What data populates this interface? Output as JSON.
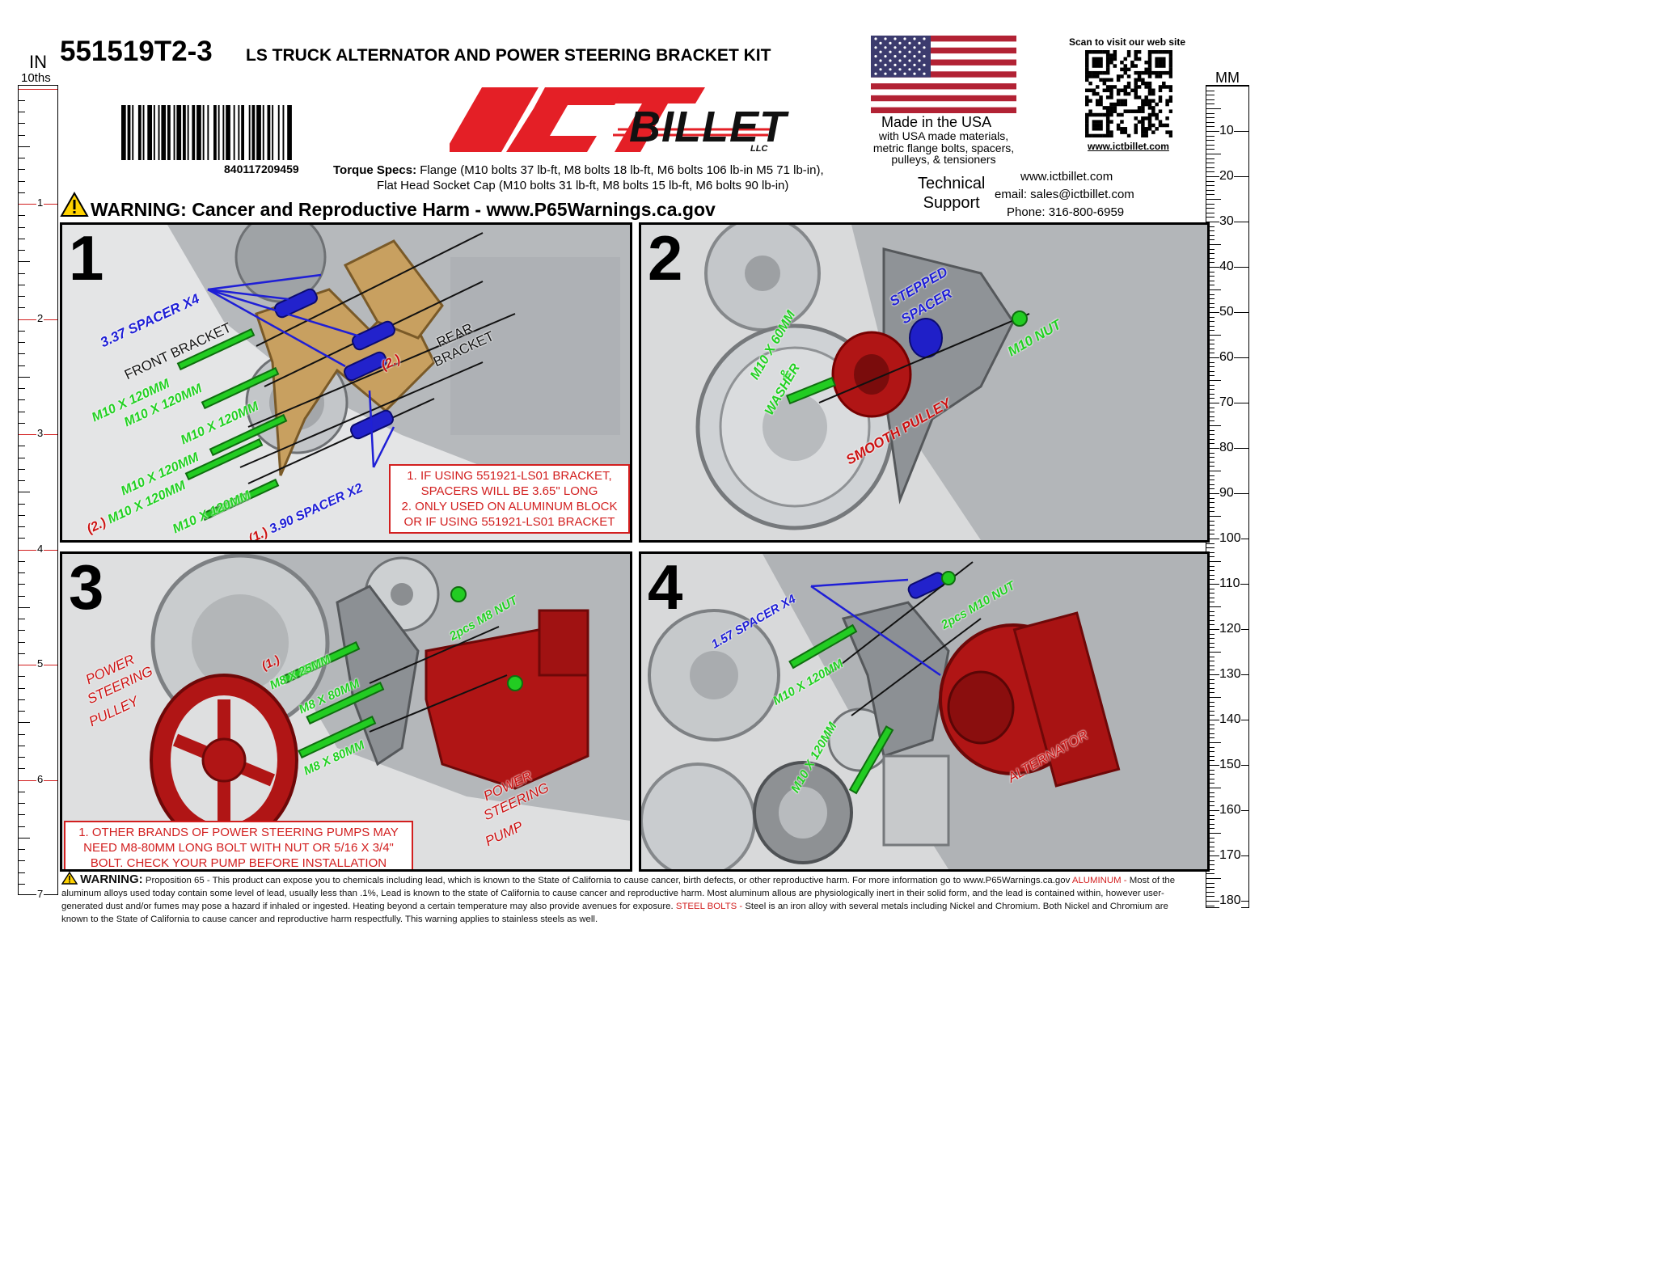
{
  "header": {
    "part_number": "551519T2-3",
    "title": "LS TRUCK ALTERNATOR AND POWER STEERING BRACKET KIT",
    "barcode_number": "840117209459",
    "torque_label": "Torque Specs:",
    "torque_line1": "Flange (M10 bolts 37 lb-ft, M8 bolts 18 lb-ft, M6 bolts 106 lb-in M5 71 lb-in),",
    "torque_line2": "Flat Head Socket Cap (M10 bolts 31 lb-ft, M8 bolts 15 lb-ft, M6 bolts 90 lb-in)",
    "warning_banner": "WARNING: Cancer and Reproductive Harm - www.P65Warnings.ca.gov"
  },
  "logo": {
    "ict": "ICT",
    "billet": "BILLET",
    "llc": "LLC"
  },
  "usa": {
    "made_in": "Made in the USA",
    "line1": "with USA made materials,",
    "line2": "metric flange bolts, spacers,",
    "line3": "pulleys, & tensioners"
  },
  "qr": {
    "scan_text": "Scan to visit our web site",
    "url": "www.ictbillet.com"
  },
  "support": {
    "label1": "Technical",
    "label2": "Support",
    "website": "www.ictbillet.com",
    "email": "email: sales@ictbillet.com",
    "phone": "Phone: 316-800-6959"
  },
  "ruler_left": {
    "unit": "IN",
    "sub": "10ths",
    "marks": [
      "1",
      "2",
      "3",
      "4",
      "5",
      "6",
      "7"
    ]
  },
  "ruler_right": {
    "unit": "MM",
    "marks": [
      "10",
      "20",
      "30",
      "40",
      "50",
      "60",
      "70",
      "80",
      "90",
      "100",
      "110",
      "120",
      "130",
      "140",
      "150",
      "160",
      "170",
      "180"
    ]
  },
  "panel1": {
    "number": "1",
    "spacer_x4": "3.37 SPACER X4",
    "front_bracket": "FRONT BRACKET",
    "rear_bracket_1": "REAR",
    "rear_bracket_2": "BRACKET",
    "note_ref_2": "(2.)",
    "bolt_a": "M10 X 120MM",
    "bolt_b": "M10 X 120MM",
    "bolt_c": "M10 X 120MM",
    "bolt_d": "M10 X 120MM",
    "bolt_e_prefix": "(2.)",
    "bolt_e": "M10 X 120MM",
    "bolt_f": "M10 X 120MM",
    "spacer_x2_prefix": "(1.)",
    "spacer_x2": "3.90 SPACER X2",
    "note_lines": [
      "1. IF USING 551921-LS01 BRACKET,",
      "SPACERS WILL BE 3.65\" LONG",
      "2. ONLY USED ON ALUMINUM BLOCK",
      "OR IF USING 551921-LS01 BRACKET"
    ]
  },
  "panel2": {
    "number": "2",
    "stepped_1": "STEPPED",
    "stepped_2": "SPACER",
    "nut": "M10 NUT",
    "bolt_1": "M10 X 60MM",
    "bolt_2": "&",
    "bolt_3": "WASHER",
    "pulley": "SMOOTH PULLEY"
  },
  "panel3": {
    "number": "3",
    "nut": "2pcs  M8 NUT",
    "ref_1": "(1.)",
    "bolt_a": "M8 X 25MM",
    "bolt_b": "M8 X 80MM",
    "bolt_c": "M8 X 80MM",
    "pulley_1": "POWER",
    "pulley_2": "STEERING",
    "pulley_3": "PULLEY",
    "pump_1": "POWER",
    "pump_2": "STEERING",
    "pump_3": "PUMP",
    "note_lines": [
      "1. OTHER BRANDS OF POWER STEERING PUMPS MAY",
      "NEED M8-80MM LONG BOLT WITH NUT OR 5/16 X 3/4\"",
      "BOLT. CHECK YOUR PUMP BEFORE INSTALLATION"
    ]
  },
  "panel4": {
    "number": "4",
    "spacer": "1.57 SPACER X4",
    "nut": "2pcs  M10 NUT",
    "bolt_a": "M10 X 120MM",
    "bolt_b": "M10 X 120MM",
    "alternator": "ALTERNATOR"
  },
  "footer": {
    "warning_label": "WARNING:",
    "prop65": "Proposition 65 - This product can expose you to chemicals including lead, which is known to the State of California to cause cancer, birth defects, or other reproductive harm. For more information go to www.P65Warnings.ca.gov",
    "aluminum_label": "ALUMINUM -",
    "aluminum_text": "Most of the aluminum alloys used today contain some level of lead, usually less than .1%, Lead is known to the state of California to cause cancer and reproductive harm. Most aluminum allous are physiologically inert in their solid form, and the lead is contained within, however user-generated dust and/or fumes may pose a hazard if inhaled or ingested. Heating beyond a certain temperature may also provide avenues for exposure.",
    "steel_label": "STEEL BOLTS -",
    "steel_text": "Steel is an iron alloy with several metals including Nickel and Chromium. Both Nickel and Chromium are known to the State of California to cause cancer and reproductive harm respectfully. This warning applies to stainless steels as well."
  },
  "colors": {
    "red": "#d21f1f",
    "green": "#22d022",
    "blue": "#1f1fd6",
    "gold": "#c8a060",
    "engine": "#b9bcbf",
    "part_red": "#b01515"
  }
}
